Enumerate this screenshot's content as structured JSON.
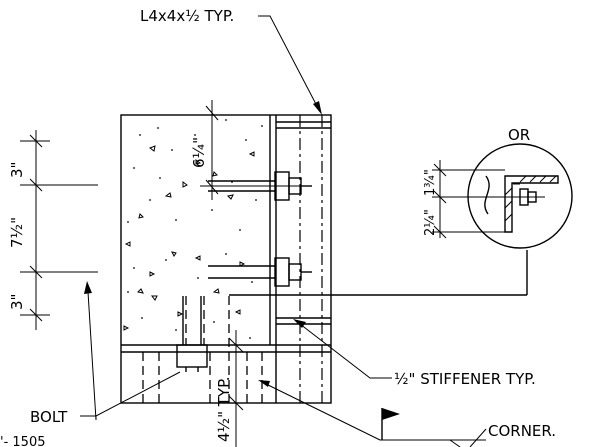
{
  "labels": {
    "angle": "L4x4x½ TYP.",
    "or": "OR",
    "stiffener": "½\" STIFFENER TYP.",
    "bolt": "BOLT",
    "corner": "CORNER.",
    "bottom_left": "'- 1505"
  },
  "dimensions": {
    "top_edge": "6¼\"",
    "bottom_edge": "4½\" TYP.",
    "left_top": "3\"",
    "left_mid": "7½\"",
    "left_bot": "3\"",
    "detail_small": "1¾\"",
    "detail_large": "2¼\""
  }
}
